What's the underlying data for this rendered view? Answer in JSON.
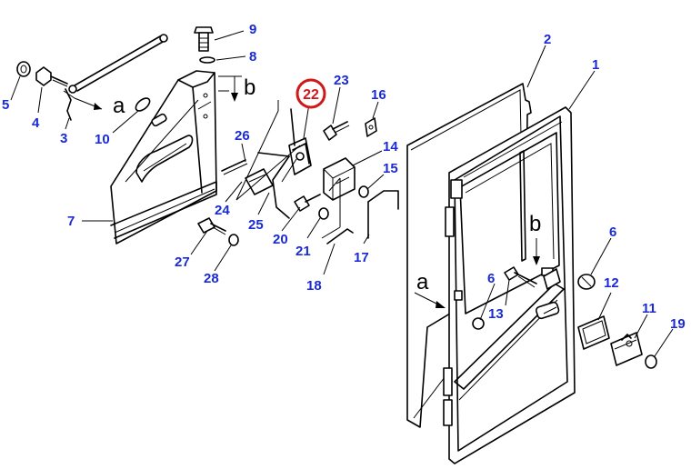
{
  "callouts": {
    "c1": "1",
    "c2": "2",
    "c3": "3",
    "c4": "4",
    "c5": "5",
    "c6a": "6",
    "c6b": "6",
    "c7": "7",
    "c8": "8",
    "c9": "9",
    "c10": "10",
    "c11": "11",
    "c12": "12",
    "c13": "13",
    "c14": "14",
    "c15": "15",
    "c16": "16",
    "c17": "17",
    "c18": "18",
    "c19": "19",
    "c20": "20",
    "c21": "21",
    "c22": "22",
    "c23": "23",
    "c24": "24",
    "c25": "25",
    "c26": "26",
    "c27": "27",
    "c28": "28"
  },
  "ref_letters": {
    "a_left": "a",
    "b_left": "b",
    "a_right": "a",
    "b_right": "b"
  },
  "highlight": {
    "number": "22",
    "color": "#d01818"
  },
  "colors": {
    "callout": "#1a2bd6",
    "linework": "#000000"
  }
}
